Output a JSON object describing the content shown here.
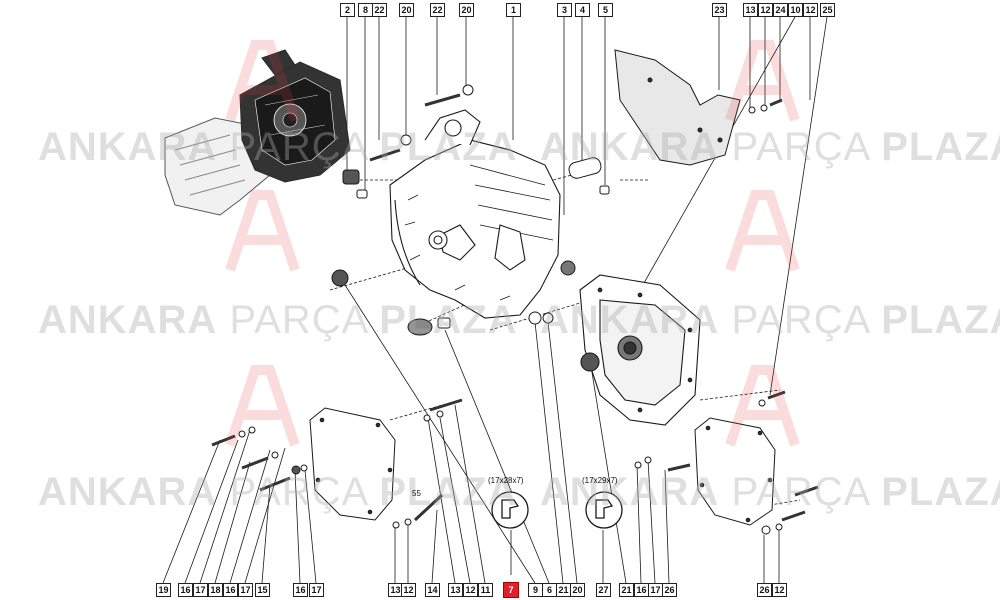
{
  "watermark": {
    "brand_left": "ANKARA",
    "brand_mid": "PARÇA",
    "brand_right": "PLAZA"
  },
  "callouts_top": [
    "2",
    "8",
    "22",
    "20",
    "22",
    "20",
    "1",
    "3",
    "4",
    "5",
    "23",
    "13",
    "12",
    "24",
    "10",
    "12",
    "25"
  ],
  "callouts_bottom": [
    "19",
    "16",
    "17",
    "18",
    "16",
    "17",
    "15",
    "16",
    "17",
    "13",
    "12",
    "14",
    "13",
    "12",
    "11",
    "7",
    "9",
    "6",
    "21",
    "20",
    "27",
    "21",
    "16",
    "17",
    "26",
    "26",
    "12"
  ],
  "highlighted_part": "7",
  "dimensions": {
    "seal_a": "(17x28x7)",
    "seal_b": "(17x29x7)",
    "length": "55"
  },
  "colors": {
    "line": "#1a1a1a",
    "highlight": "#e0202a",
    "watermark": "#b0b0b0"
  }
}
